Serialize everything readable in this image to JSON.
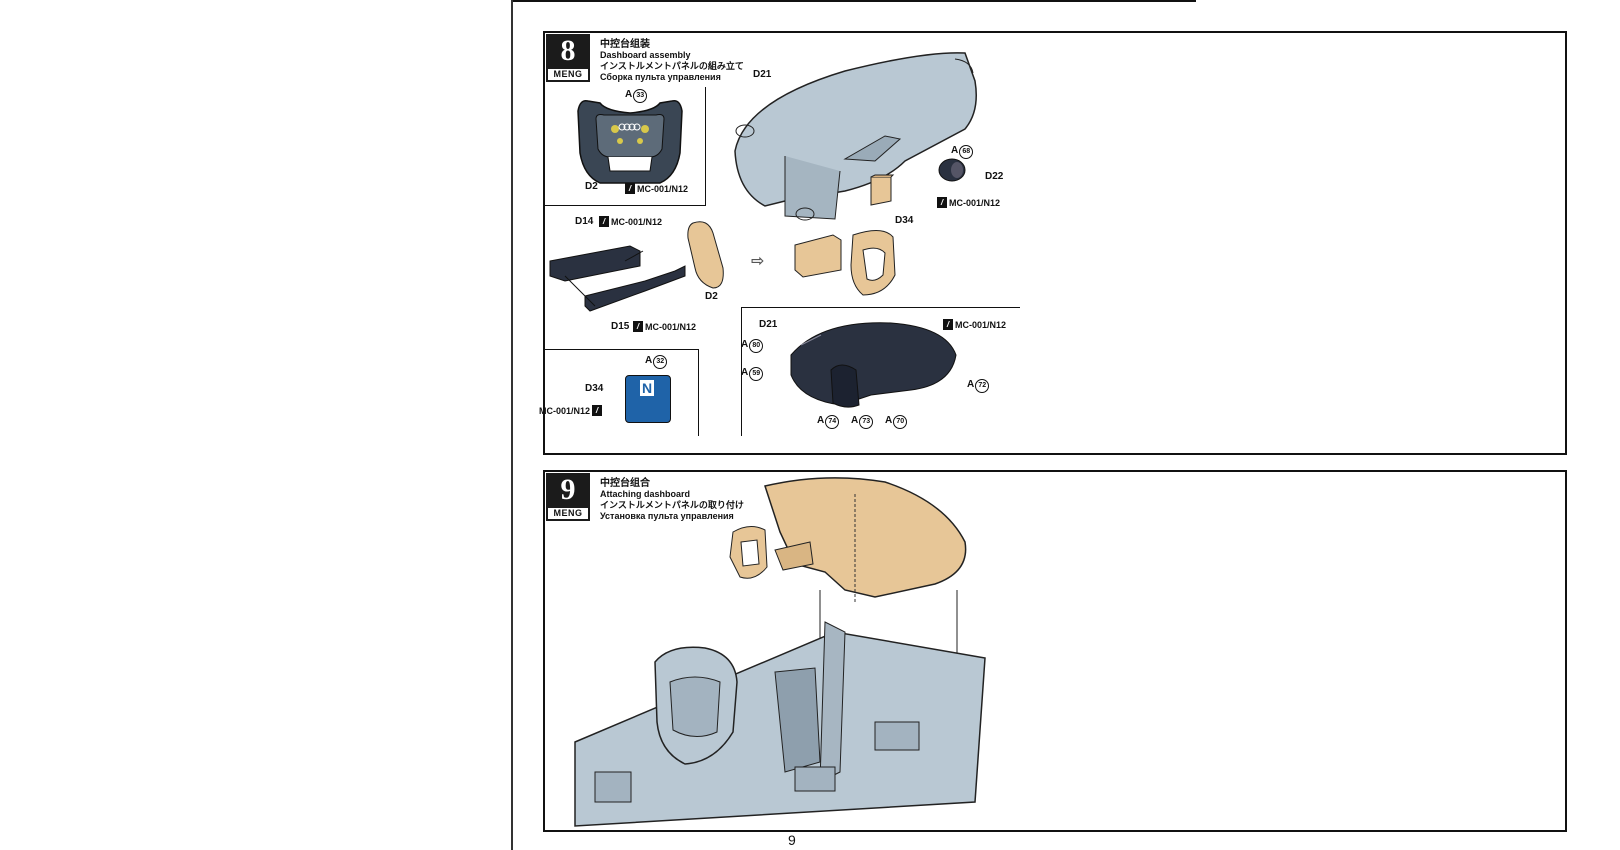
{
  "page_number": "9",
  "step8": {
    "number": "8",
    "brand": "MENG",
    "title_zh": "中控台组装",
    "title_en": "Dashboard assembly",
    "title_ja": "インストルメントパネルの組み立て",
    "title_ru": "Сборка пульта управления",
    "labels": {
      "a33": "A",
      "a33_num": "33",
      "d2_a": "D2",
      "mc_1": "MC-001/N12",
      "d21": "D21",
      "a68": "A",
      "a68_num": "68",
      "d22": "D22",
      "mc_2": "MC-001/N12",
      "d34_a": "D34",
      "d14": "D14",
      "mc_3": "MC-001/N12",
      "d2_b": "D2",
      "d15": "D15",
      "mc_4": "MC-001/N12",
      "a32": "A",
      "a32_num": "32",
      "d34_b": "D34",
      "mc_5": "MC-001/N12",
      "n_letter": "N",
      "d21_b": "D21",
      "mc_6": "MC-001/N12",
      "a80": "A",
      "a80_num": "80",
      "a59": "A",
      "a59_num": "59",
      "a72": "A",
      "a72_num": "72",
      "a74": "A",
      "a74_num": "74",
      "a73": "A",
      "a73_num": "73",
      "a70": "A",
      "a70_num": "70"
    }
  },
  "step9": {
    "number": "9",
    "brand": "MENG",
    "title_zh": "中控台组合",
    "title_en": "Attaching dashboard",
    "title_ja": "インストルメントパネルの取り付け",
    "title_ru": "Установка пульта управления"
  },
  "colors": {
    "part_gray": "#b9c8d3",
    "part_tan": "#e7c697",
    "dark_part": "#2a3140",
    "blue_decal": "#1f63a8"
  }
}
